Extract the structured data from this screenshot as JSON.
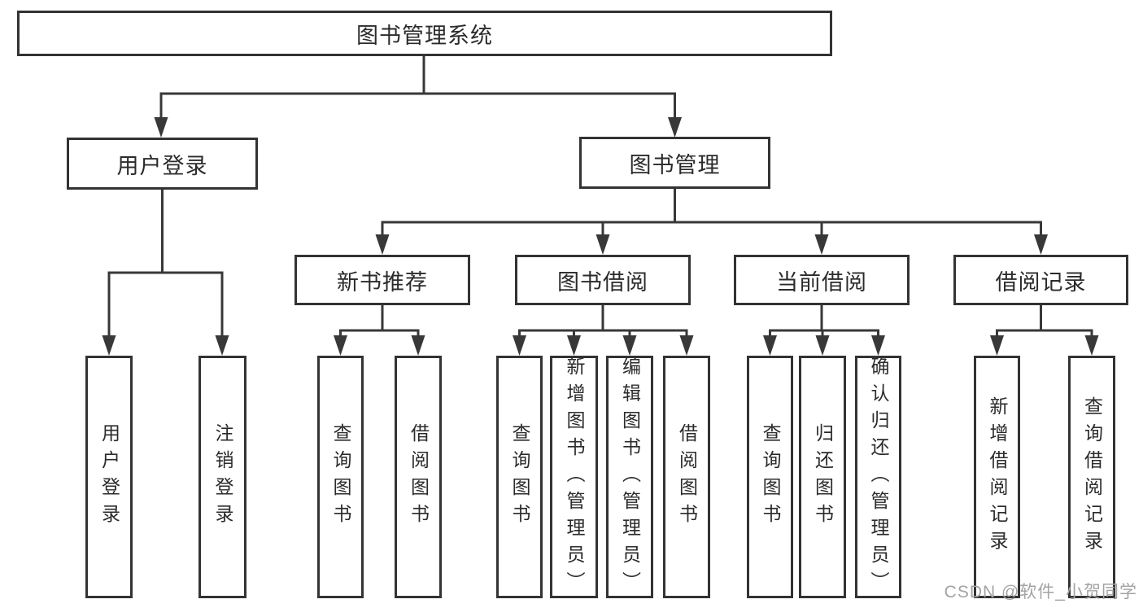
{
  "diagram": {
    "title": "图书管理系统",
    "branches": [
      {
        "label": "用户登录",
        "children": [
          "用户登录",
          "注销登录"
        ]
      },
      {
        "label": "图书管理",
        "children": [
          {
            "label": "新书推荐",
            "children": [
              "查询图书",
              "借阅图书"
            ]
          },
          {
            "label": "图书借阅",
            "children": [
              "查询图书",
              "新增图书（管理员）",
              "编辑图书（管理员）",
              "借阅图书"
            ]
          },
          {
            "label": "当前借阅",
            "children": [
              "查询图书",
              "归还图书",
              "确认归还（管理员）"
            ]
          },
          {
            "label": "借阅记录",
            "children": [
              "新增借阅记录",
              "查询借阅记录"
            ]
          }
        ]
      }
    ],
    "watermark": "CSDN @软件_小贺同学",
    "colors": {
      "line": "#383838",
      "box_border": "#333333",
      "text": "#2b2b2b",
      "watermark": "#a3a3a3",
      "background": "#ffffff"
    }
  }
}
